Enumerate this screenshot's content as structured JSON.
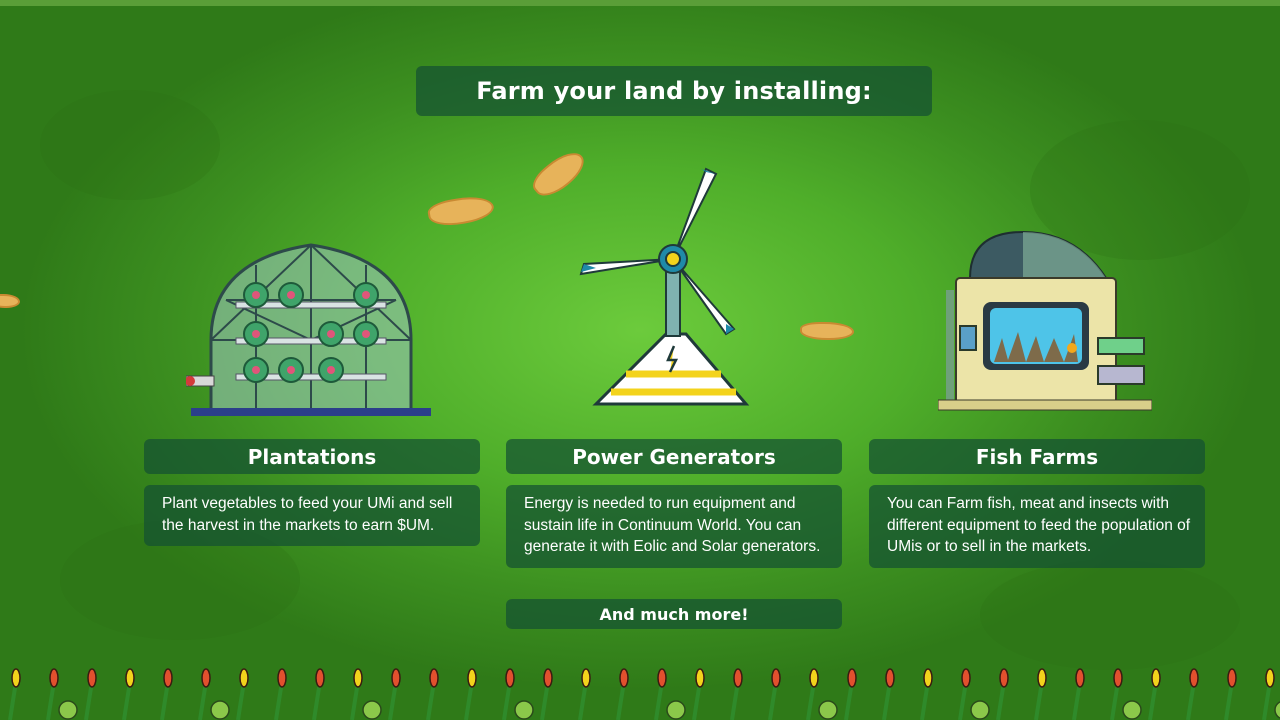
{
  "heading": "Farm your land by installing:",
  "cards": [
    {
      "title": "Plantations",
      "description": "Plant vegetables to feed your UMi and sell the harvest in the markets to earn $UM.",
      "icon": "greenhouse-icon"
    },
    {
      "title": "Power Generators",
      "description": "Energy is needed to run equipment and sustain life in Continuum World. You can generate it with Eolic and Solar generators.",
      "icon": "wind-turbine-icon"
    },
    {
      "title": "Fish Farms",
      "description": "You can Farm fish, meat and insects with different equipment to feed the population of UMis or to sell in the markets.",
      "icon": "fish-farm-icon"
    }
  ],
  "more": "And much more!",
  "colors": {
    "panel": "#145032",
    "grass": "#4fae2a",
    "accent_yellow": "#f3d31c",
    "accent_teal": "#1f8aa8"
  }
}
